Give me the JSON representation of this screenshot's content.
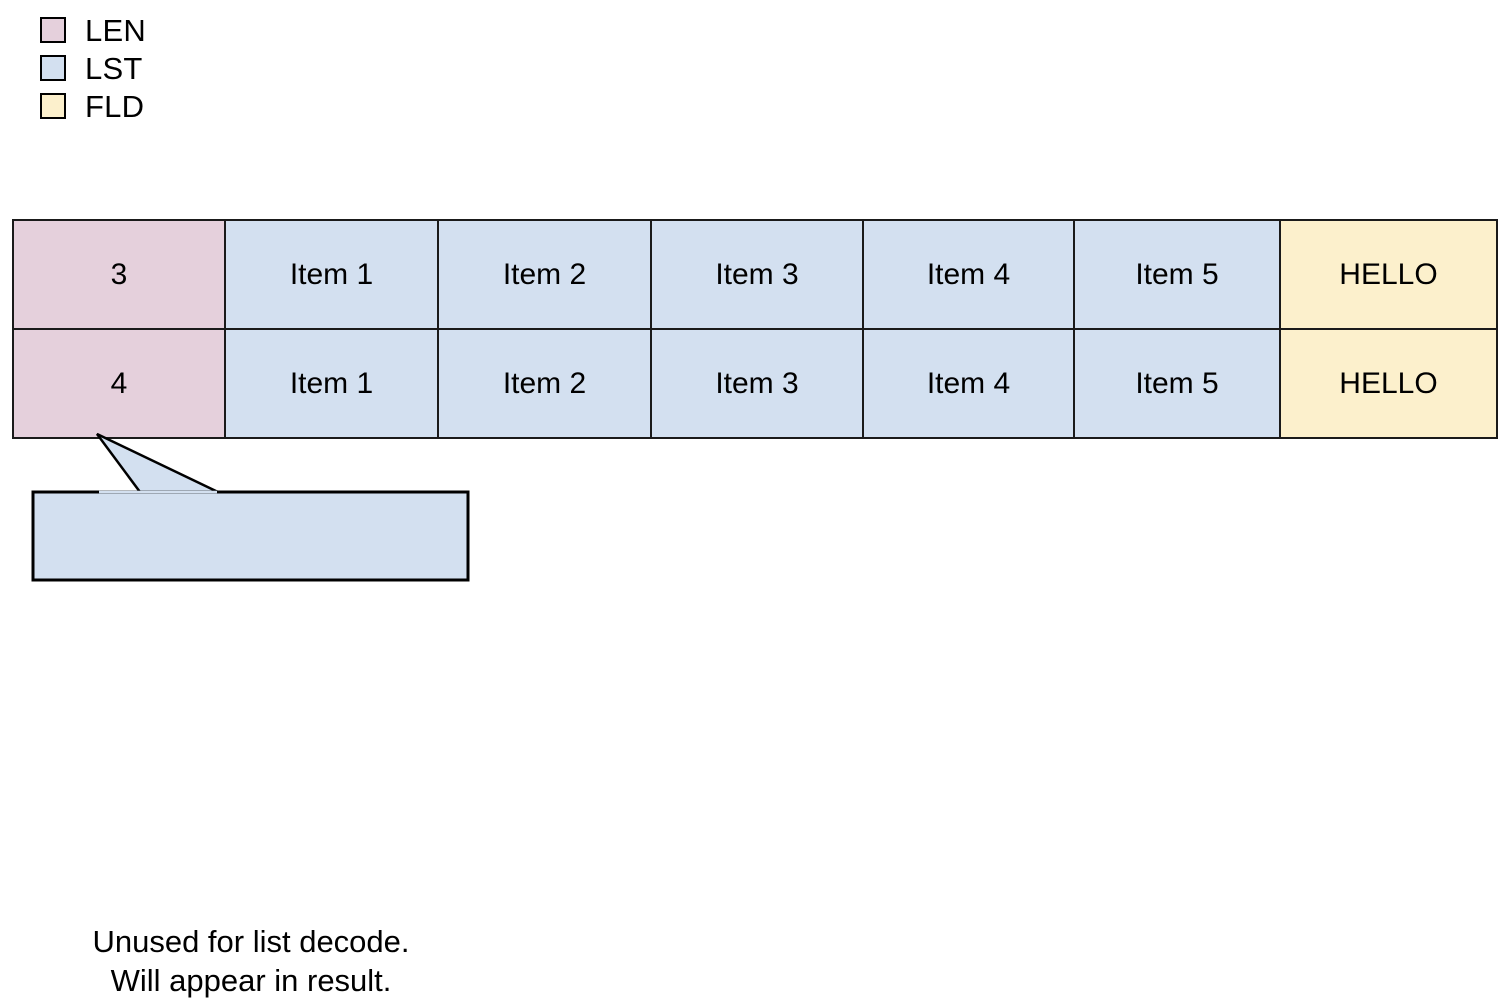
{
  "legend": {
    "items": [
      {
        "label": "LEN",
        "color": "#e5d0dc",
        "swatch_name": "legend-swatch-len"
      },
      {
        "label": "LST",
        "color": "#d3e0f0",
        "swatch_name": "legend-swatch-lst"
      },
      {
        "label": "FLD",
        "color": "#fcf0cc",
        "swatch_name": "legend-swatch-fld"
      }
    ]
  },
  "table": {
    "rows": [
      {
        "cells": [
          {
            "text": "3",
            "kind": "LEN"
          },
          {
            "text": "Item 1",
            "kind": "LST"
          },
          {
            "text": "Item 2",
            "kind": "LST"
          },
          {
            "text": "Item 3",
            "kind": "LST"
          },
          {
            "text": "Item 4",
            "kind": "LST"
          },
          {
            "text": "Item 5",
            "kind": "LST"
          },
          {
            "text": "HELLO",
            "kind": "FLD"
          }
        ]
      },
      {
        "cells": [
          {
            "text": "4",
            "kind": "LEN"
          },
          {
            "text": "Item 1",
            "kind": "LST"
          },
          {
            "text": "Item 2",
            "kind": "LST"
          },
          {
            "text": "Item 3",
            "kind": "LST"
          },
          {
            "text": "Item 4",
            "kind": "LST"
          },
          {
            "text": "Item 5",
            "kind": "LST"
          },
          {
            "text": "HELLO",
            "kind": "FLD"
          }
        ]
      }
    ]
  },
  "callout": {
    "line1": "Unused for list decode.",
    "line2": "Will appear in result.",
    "fill": "#d3e0f0",
    "stroke": "#000000"
  },
  "colors": {
    "len": "#e5d0dc",
    "lst": "#d3e0f0",
    "fld": "#fcf0cc",
    "border": "#1a1a1a",
    "background": "#ffffff"
  }
}
